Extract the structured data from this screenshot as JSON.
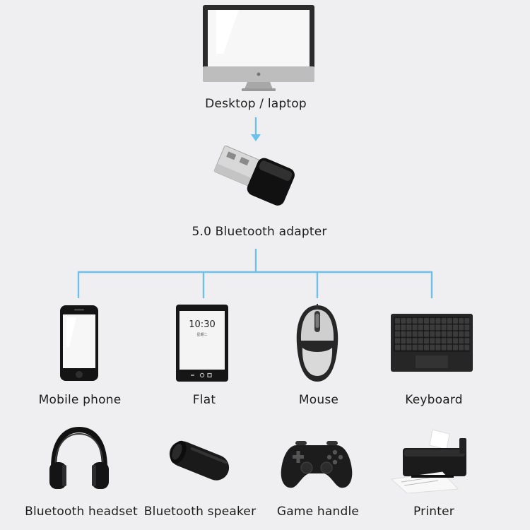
{
  "diagram": {
    "top": {
      "label": "Desktop / laptop",
      "icon": "monitor-icon"
    },
    "adapter": {
      "label": "5.0 Bluetooth adapter",
      "icon": "usb-adapter-icon"
    },
    "connected_devices": [
      {
        "label": "Mobile phone",
        "icon": "phone-icon"
      },
      {
        "label": "Flat",
        "icon": "tablet-icon"
      },
      {
        "label": "Mouse",
        "icon": "mouse-icon"
      },
      {
        "label": "Keyboard",
        "icon": "keyboard-icon"
      }
    ],
    "other_devices": [
      {
        "label": "Bluetooth headset",
        "icon": "headphones-icon"
      },
      {
        "label": "Bluetooth speaker",
        "icon": "speaker-icon"
      },
      {
        "label": "Game handle",
        "icon": "gamepad-icon"
      },
      {
        "label": "Printer",
        "icon": "printer-icon"
      }
    ],
    "tablet_screen": {
      "time": "10:30",
      "date": "星期二"
    },
    "colors": {
      "connector": "#6fc0e8",
      "background": "#efeff1",
      "device_dark": "#1e1e1e"
    }
  }
}
